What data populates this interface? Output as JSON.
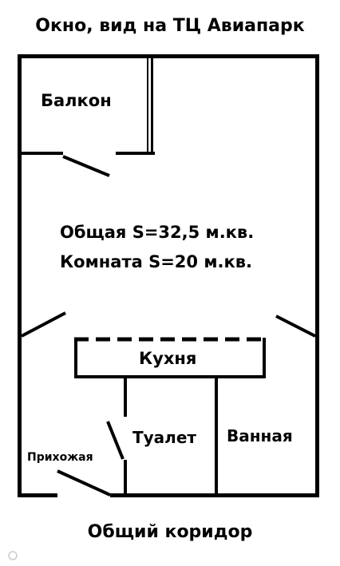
{
  "title": "Окно, вид на ТЦ Авиапарк",
  "bottom_label": "Общий коридор",
  "rooms": {
    "balcony": "Балкон",
    "kitchen": "Кухня",
    "toilet": "Туалет",
    "bathroom": "Ванная",
    "hallway": "Прихожая"
  },
  "areas": {
    "total": "Общая S=32,5 м.кв.",
    "room": "Комната S=20 м.кв."
  },
  "watermark": "©",
  "colors": {
    "walls": "#000000",
    "background": "#ffffff"
  }
}
